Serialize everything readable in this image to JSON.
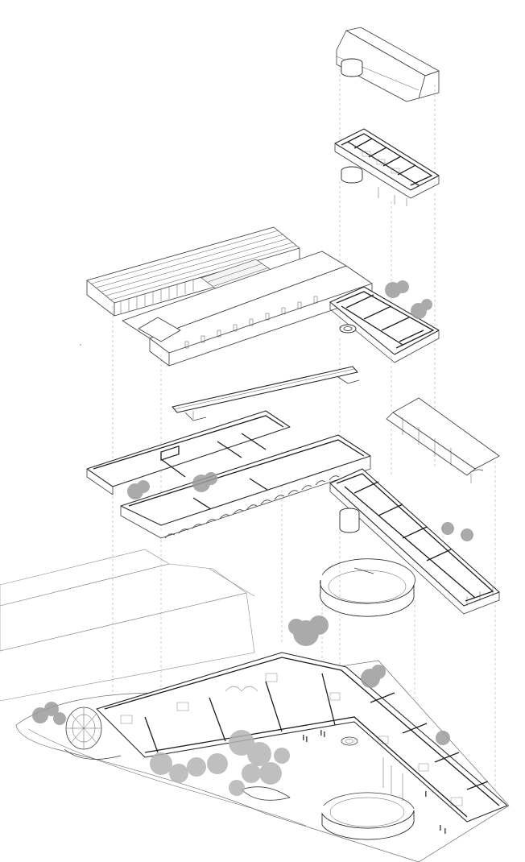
{
  "diagram": {
    "type": "exploded-axonometric",
    "style": "line-drawing",
    "colors": {
      "background": "#ffffff",
      "line": "#3a3a3a",
      "guide": "#9a9a9a",
      "foliage": "#9c9c9c"
    },
    "layers": [
      {
        "id": "east-roof"
      },
      {
        "id": "east-upper-floor"
      },
      {
        "id": "main-roofs"
      },
      {
        "id": "bridge"
      },
      {
        "id": "first-floor"
      },
      {
        "id": "canopy-roof"
      },
      {
        "id": "rotunda-ring"
      },
      {
        "id": "ground-floor"
      }
    ]
  }
}
